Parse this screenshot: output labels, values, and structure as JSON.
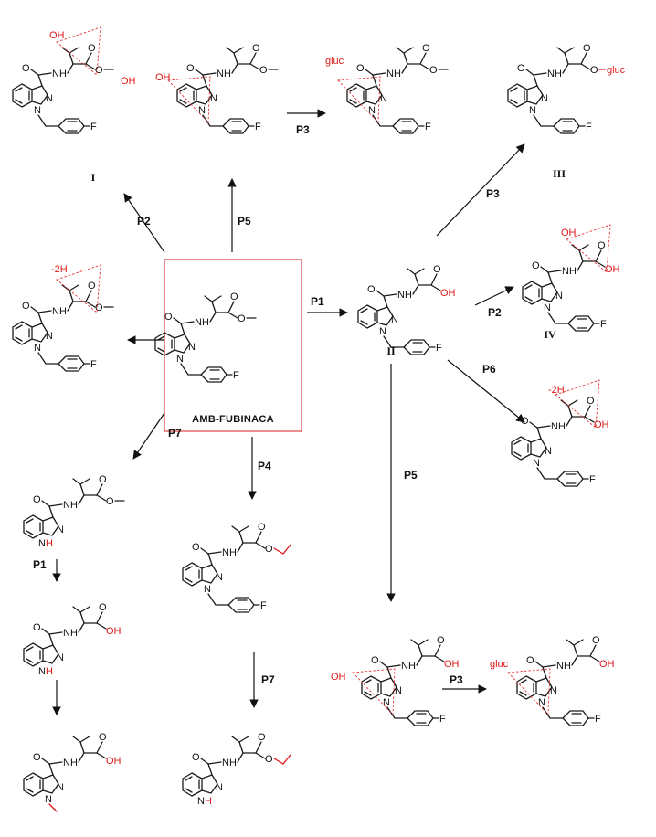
{
  "parent": {
    "name": "AMB-FUBINACA",
    "box_color": "#e05050"
  },
  "compound_labels": {
    "I": "I",
    "II": "II",
    "III": "III",
    "IV": "IV"
  },
  "pathways": {
    "P1": "P1",
    "P2": "P2",
    "P3": "P3",
    "P4": "P4",
    "P5": "P5",
    "P6": "P6",
    "P7": "P7"
  },
  "modifications": {
    "OH": "OH",
    "gluc": "gluc",
    "minus2H": "-2H"
  },
  "atoms": {
    "N": "N",
    "NH": "NH",
    "H": "H",
    "O": "O",
    "F": "F",
    "OH": "OH"
  },
  "colors": {
    "modification": "#e01818",
    "bond": "#1a1a1a"
  }
}
